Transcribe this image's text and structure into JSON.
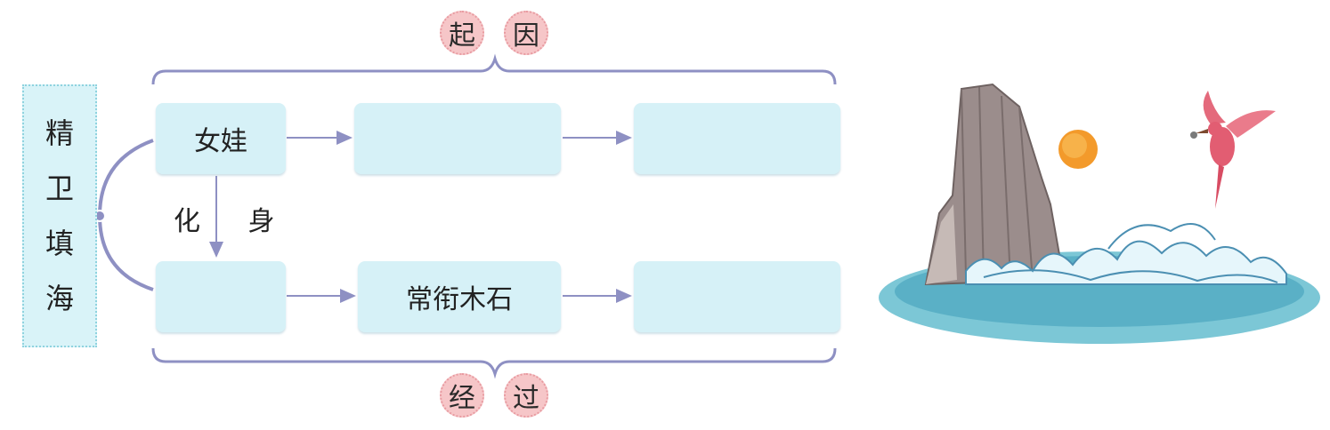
{
  "title": "精卫填海",
  "title_chars": [
    "精",
    "卫",
    "填",
    "海"
  ],
  "top_badges": [
    "起",
    "因"
  ],
  "bottom_badges": [
    "经",
    "过"
  ],
  "top_row": [
    "女娃",
    "",
    ""
  ],
  "bottom_row": [
    "",
    "常衔木石",
    ""
  ],
  "transform_label": "化 身",
  "colors": {
    "box": "#d6f1f7",
    "bracket": "#8e90c3",
    "arrow": "#8e90c3",
    "badge": "#f6c6c8"
  },
  "illustration": {
    "elements": [
      "cliff",
      "sun",
      "bird",
      "waves"
    ]
  }
}
